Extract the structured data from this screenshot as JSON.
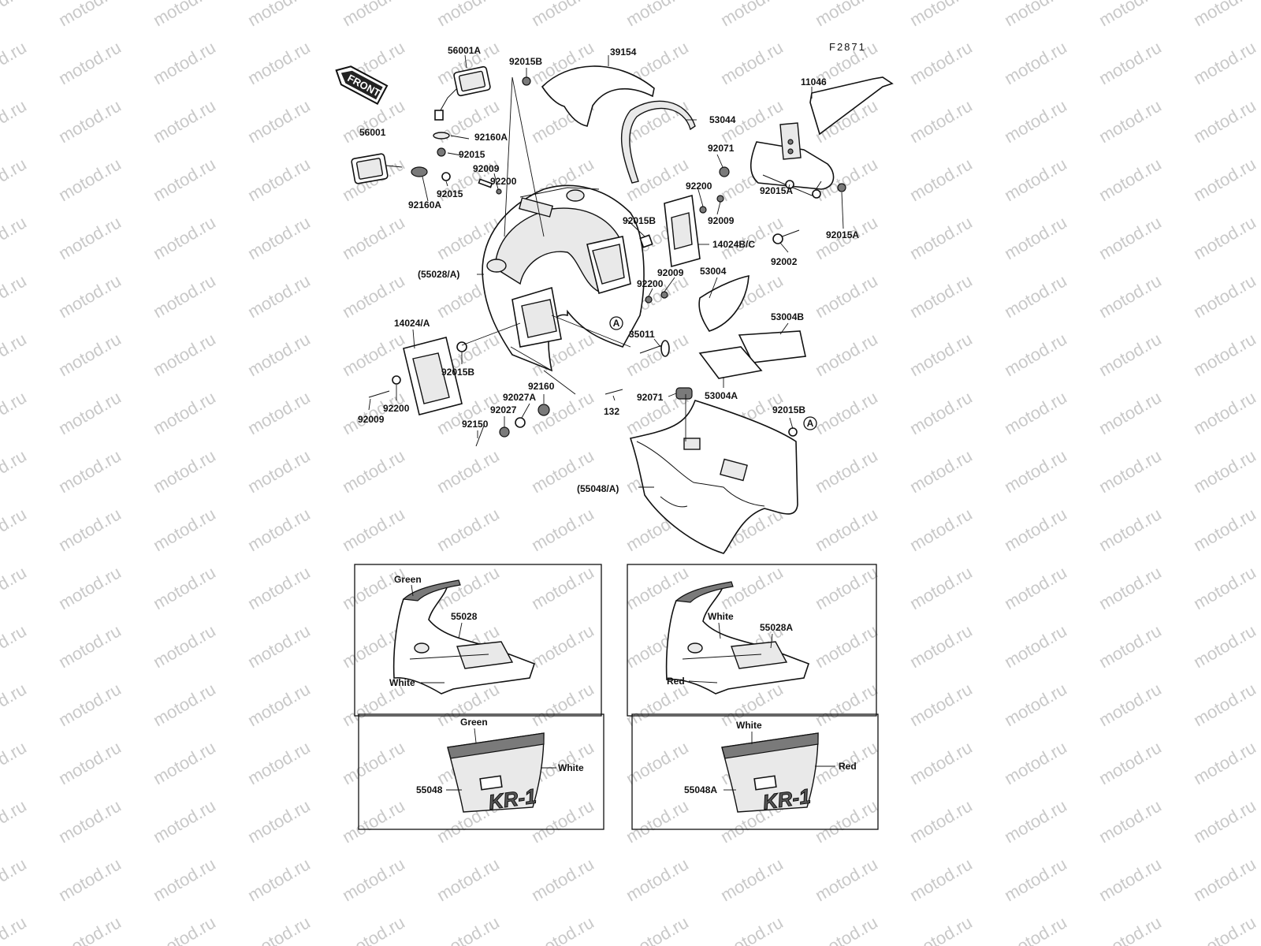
{
  "diagram_code": "F2871",
  "watermark": "motod.ru",
  "front_sign": "FRONT",
  "marker_letter": "A",
  "callouts": {
    "p56001A": "56001A",
    "p92015B_top": "92015B",
    "p39154": "39154",
    "p53044": "53044",
    "p11046": "11046",
    "p56001": "56001",
    "p92160A_top": "92160A",
    "p92015_top": "92015",
    "p92015_low": "92015",
    "p92009_top": "92009",
    "p92200_top": "92200",
    "p92160A_low": "92160A",
    "p92071_top": "92071",
    "p92200_mid": "92200",
    "p92009_mid": "92009",
    "p92015B_mid": "92015B",
    "p14024BC": "14024B/C",
    "p92015A_1": "92015A",
    "p92015A_2": "92015A",
    "p92002": "92002",
    "p55028A": "(55028/A)",
    "p53004": "53004",
    "p92009_c": "92009",
    "p92200_c": "92200",
    "p53004B": "53004B",
    "p14024A": "14024/A",
    "p35011": "35011",
    "p92015B_left": "92015B",
    "p53004A": "53004A",
    "p92160": "92160",
    "p92027A": "92027A",
    "p92071_low": "92071",
    "p92015B_right": "92015B",
    "p92200_left": "92200",
    "p92009_left": "92009",
    "p132": "132",
    "p92027": "92027",
    "p92150": "92150",
    "p55048A": "(55048/A)"
  },
  "variant_left": {
    "upper_color_top": "Green",
    "upper_part": "55028",
    "upper_color_body": "White",
    "lower_color_top": "Green",
    "lower_color_body": "White",
    "lower_part": "55048",
    "decal": "KR-1"
  },
  "variant_right": {
    "upper_color_top": "White",
    "upper_part": "55028A",
    "upper_color_body": "Red",
    "lower_color_top": "White",
    "lower_color_body": "Red",
    "lower_part": "55048A",
    "decal": "KR-1"
  }
}
